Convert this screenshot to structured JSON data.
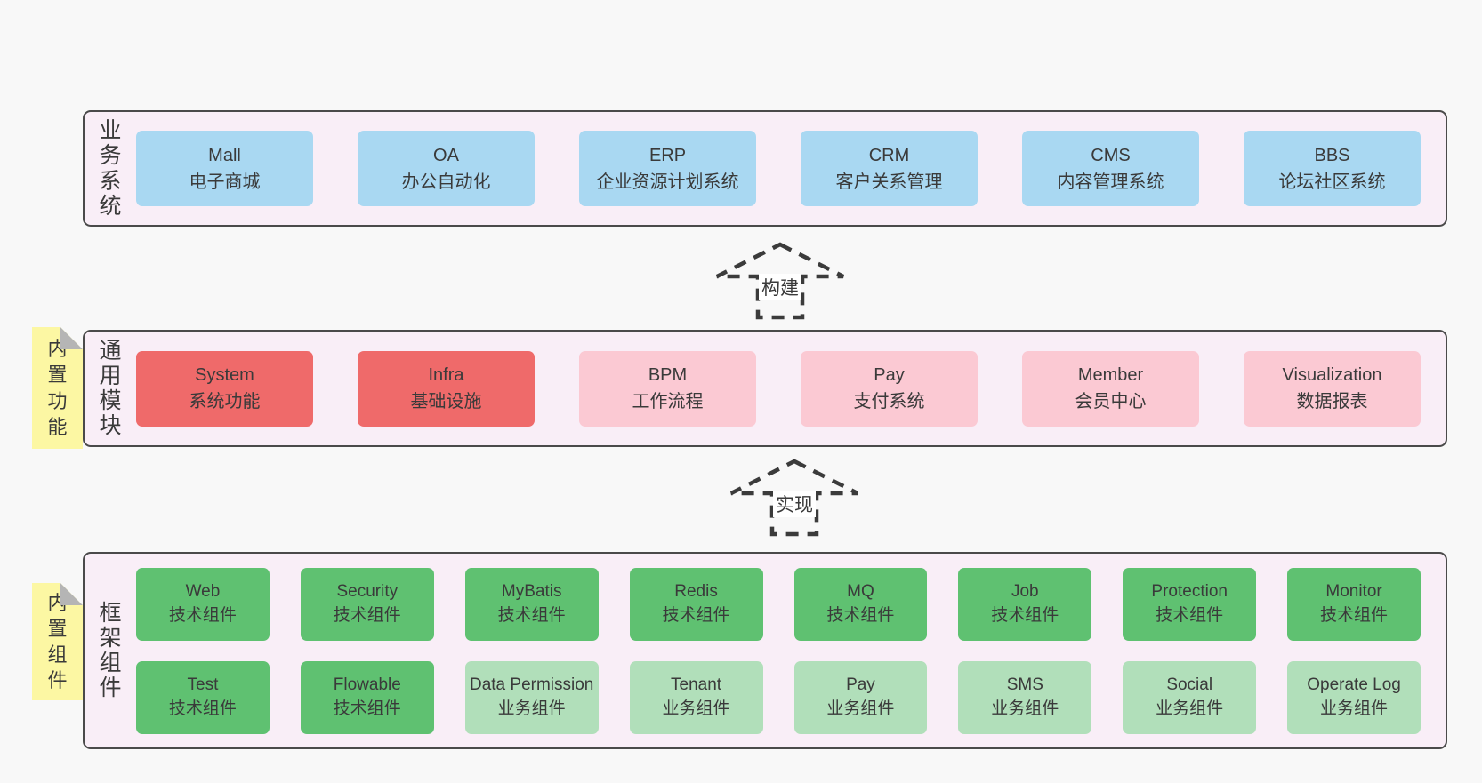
{
  "colors": {
    "page_bg": "#f8f8f8",
    "container_bg": "#f9eef7",
    "container_border": "#4a4a4a",
    "blue": "#a9d8f2",
    "red": "#ef6a6a",
    "pink": "#fbc9d3",
    "green": "#5fc171",
    "light_green": "#b1dfba",
    "note_yellow": "#fcf7a3",
    "note_fold": "#b5b5b5",
    "text": "#3a3a3a",
    "arrow": "#3b3b3b"
  },
  "arrows": [
    {
      "label": "构建"
    },
    {
      "label": "实现"
    }
  ],
  "layers": [
    {
      "title": "业务系统",
      "rows": [
        [
          {
            "en": "Mall",
            "zh": "电子商城",
            "variant": "blue"
          },
          {
            "en": "OA",
            "zh": "办公自动化",
            "variant": "blue"
          },
          {
            "en": "ERP",
            "zh": "企业资源计划系统",
            "variant": "blue"
          },
          {
            "en": "CRM",
            "zh": "客户关系管理",
            "variant": "blue"
          },
          {
            "en": "CMS",
            "zh": "内容管理系统",
            "variant": "blue"
          },
          {
            "en": "BBS",
            "zh": "论坛社区系统",
            "variant": "blue"
          }
        ]
      ]
    },
    {
      "title": "通用模块",
      "note": "内置功能",
      "rows": [
        [
          {
            "en": "System",
            "zh": "系统功能",
            "variant": "red"
          },
          {
            "en": "Infra",
            "zh": "基础设施",
            "variant": "red"
          },
          {
            "en": "BPM",
            "zh": "工作流程",
            "variant": "pink"
          },
          {
            "en": "Pay",
            "zh": "支付系统",
            "variant": "pink"
          },
          {
            "en": "Member",
            "zh": "会员中心",
            "variant": "pink"
          },
          {
            "en": "Visualization",
            "zh": "数据报表",
            "variant": "pink"
          }
        ]
      ]
    },
    {
      "title": "框架组件",
      "note": "内置组件",
      "rows": [
        [
          {
            "en": "Web",
            "zh": "技术组件",
            "variant": "green"
          },
          {
            "en": "Security",
            "zh": "技术组件",
            "variant": "green"
          },
          {
            "en": "MyBatis",
            "zh": "技术组件",
            "variant": "green"
          },
          {
            "en": "Redis",
            "zh": "技术组件",
            "variant": "green"
          },
          {
            "en": "MQ",
            "zh": "技术组件",
            "variant": "green"
          },
          {
            "en": "Job",
            "zh": "技术组件",
            "variant": "green"
          },
          {
            "en": "Protection",
            "zh": "技术组件",
            "variant": "green"
          },
          {
            "en": "Monitor",
            "zh": "技术组件",
            "variant": "green"
          }
        ],
        [
          {
            "en": "Test",
            "zh": "技术组件",
            "variant": "green"
          },
          {
            "en": "Flowable",
            "zh": "技术组件",
            "variant": "green"
          },
          {
            "en": "Data Permission",
            "zh": "业务组件",
            "variant": "light_green"
          },
          {
            "en": "Tenant",
            "zh": "业务组件",
            "variant": "light_green"
          },
          {
            "en": "Pay",
            "zh": "业务组件",
            "variant": "light_green"
          },
          {
            "en": "SMS",
            "zh": "业务组件",
            "variant": "light_green"
          },
          {
            "en": "Social",
            "zh": "业务组件",
            "variant": "light_green"
          },
          {
            "en": "Operate Log",
            "zh": "业务组件",
            "variant": "light_green"
          }
        ]
      ]
    }
  ]
}
